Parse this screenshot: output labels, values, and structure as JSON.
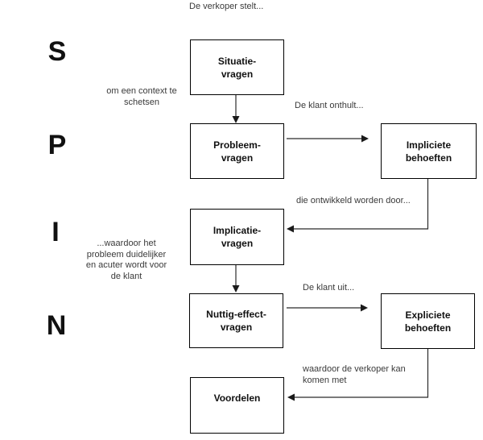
{
  "diagram": {
    "letters": [
      "S",
      "P",
      "I",
      "N"
    ],
    "boxes": [
      {
        "id": "situatie-vragen",
        "label": "Situatie-\nvragen"
      },
      {
        "id": "probleem-vragen",
        "label": "Probleem-\nvragen"
      },
      {
        "id": "implicatie-vragen",
        "label": "Implicatie-\nvragen"
      },
      {
        "id": "nuttig-effect-vragen",
        "label": "Nuttig-effect-\nvragen"
      },
      {
        "id": "voordelen",
        "label": "Voordelen"
      },
      {
        "id": "impliciete-behoeften",
        "label": "Impliciete\nbehoeften"
      },
      {
        "id": "expliciete-behoeften",
        "label": "Expliciete\nbehoeften"
      }
    ],
    "annotations": [
      {
        "id": "verkoper-stelt",
        "text": "De verkoper stelt..."
      },
      {
        "id": "context-schetsen",
        "text": "om een context te\nschetsen"
      },
      {
        "id": "klant-onthult",
        "text": "De klant onthult..."
      },
      {
        "id": "ontwikkeld-door",
        "text": "die ontwikkeld worden door..."
      },
      {
        "id": "waardoor-probleem",
        "text": "...waardoor het\nprobleem duidelijker\nen acuter wordt voor\nde klant"
      },
      {
        "id": "klant-uit",
        "text": "De klant uit..."
      },
      {
        "id": "verkoper-kan",
        "text": "waardoor de verkoper kan\nkomen met"
      }
    ],
    "colors": {
      "background": "#ffffff",
      "box_border": "#000000",
      "box_text": "#111111",
      "annotation_text": "#3a3a3a",
      "arrow": "#2b2b2b"
    }
  }
}
